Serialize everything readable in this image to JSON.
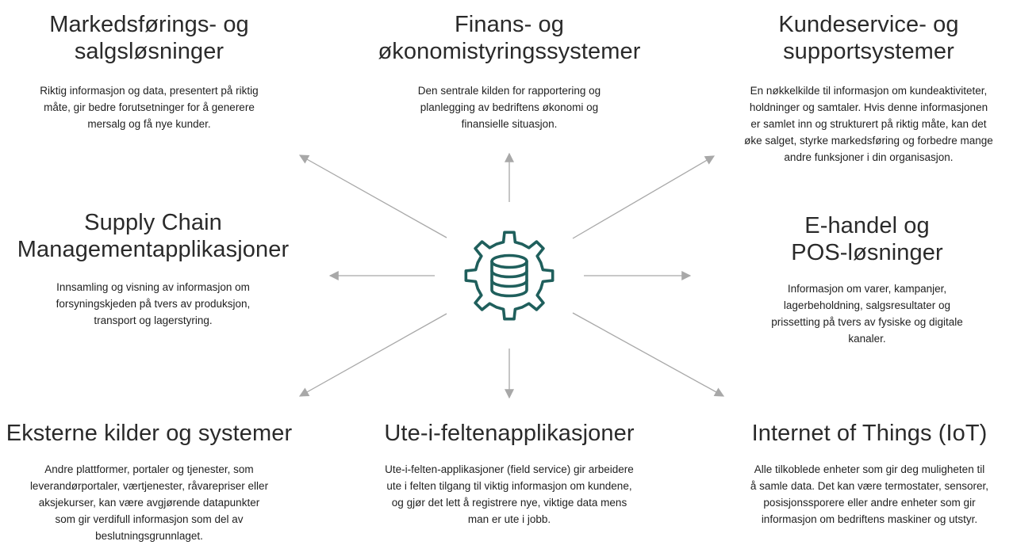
{
  "colors": {
    "accent": "#1f5f5c",
    "arrow": "#a8a8a8",
    "text": "#1f1f1f"
  },
  "center": {
    "icon": "gear-database-icon"
  },
  "blocks": [
    {
      "title": [
        "Markedsførings- og",
        "salgsløsninger"
      ],
      "description": [
        "Riktig informasjon og data, presentert på riktig",
        "måte, gir bedre forutsetninger for å generere",
        "mersalg og få nye kunder."
      ]
    },
    {
      "title": [
        "Finans- og",
        "økonomistyringssystemer"
      ],
      "description": [
        "Den sentrale kilden for rapportering og",
        "planlegging av bedriftens økonomi og",
        "finansielle situasjon."
      ]
    },
    {
      "title": [
        "Kundeservice- og",
        "supportsystemer"
      ],
      "description": [
        "En nøkkelkilde til informasjon om kundeaktiviteter,",
        "holdninger og samtaler. Hvis denne informasjonen",
        "er samlet inn og strukturert på riktig måte, kan det",
        "øke salget, styrke markedsføring og forbedre mange",
        "andre funksjoner i din organisasjon."
      ]
    },
    {
      "title": [
        "Supply Chain",
        "Managementapplikasjoner"
      ],
      "description": [
        "Innsamling og visning av informasjon om",
        "forsyningskjeden på tvers av produksjon,",
        "transport og lagerstyring."
      ]
    },
    {
      "title": [
        "E-handel og",
        "POS-løsninger"
      ],
      "description": [
        "Informasjon om varer, kampanjer,",
        "lagerbeholdning, salgsresultater og",
        "prissetting på tvers av fysiske og digitale",
        "kanaler."
      ]
    },
    {
      "title": [
        "Eksterne kilder og systemer"
      ],
      "description": [
        "Andre plattformer, portaler og tjenester, som",
        "leverandørportaler, værtjenester, råvarepriser eller",
        "aksjekurser, kan være avgjørende datapunkter",
        "som gir verdifull informasjon som del av",
        "beslutningsgrunnlaget."
      ]
    },
    {
      "title": [
        "Ute-i-feltenapplikasjoner"
      ],
      "description": [
        "Ute-i-felten-applikasjoner (field service) gir arbeidere",
        "ute i felten tilgang til viktig informasjon om kundene,",
        "og gjør det lett å registrere nye, viktige data mens",
        "man er ute i jobb."
      ]
    },
    {
      "title": [
        "Internet of Things (IoT)"
      ],
      "description": [
        "Alle tilkoblede enheter som gir deg muligheten til",
        "å samle data. Det kan være termostater, sensorer,",
        "posisjonssporere eller andre enheter som gir",
        "informasjon om bedriftens maskiner og utstyr."
      ]
    }
  ]
}
